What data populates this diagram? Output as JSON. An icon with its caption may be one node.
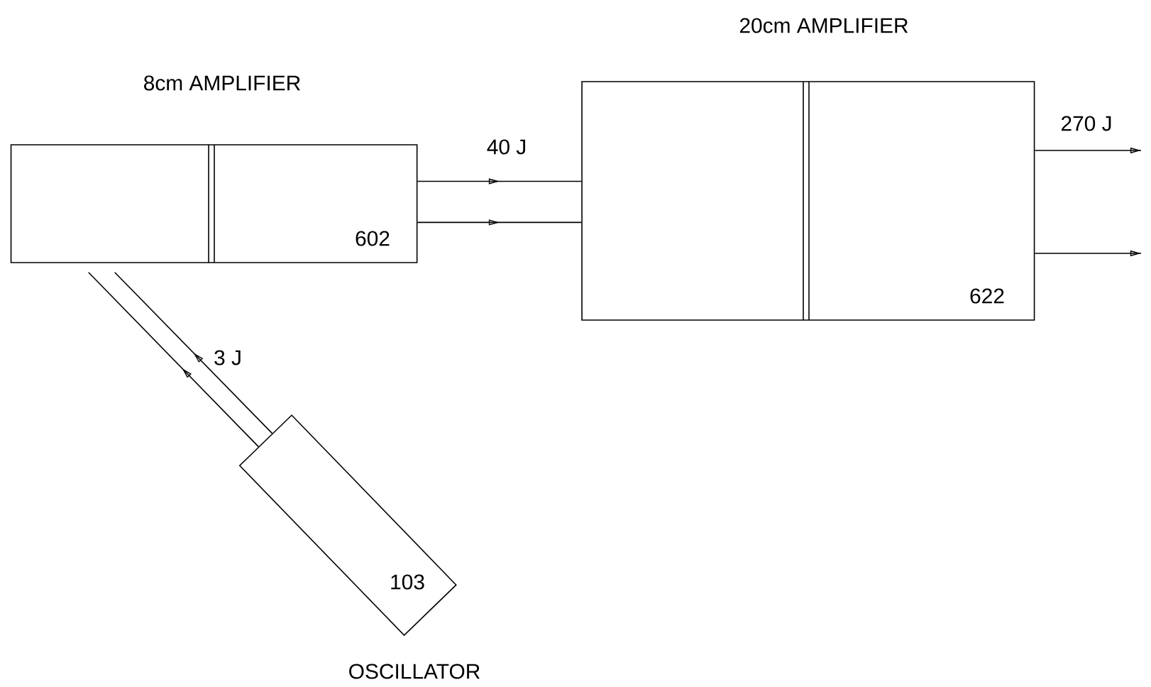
{
  "diagram": {
    "nodes": [
      {
        "text": [
          "8cm AMPLIFIER",
          "602"
        ]
      },
      {
        "text": [
          "20cm AMPLIFIER",
          "622"
        ]
      },
      {
        "text": [
          "103",
          "OSCILLATOR"
        ]
      }
    ],
    "edges": [
      {
        "from": 0,
        "to": 1,
        "arrow": "to",
        "label": "40 J"
      },
      {
        "from": 0,
        "to": 1,
        "arrow": "to"
      },
      {
        "from": 2,
        "to": 0,
        "arrow": "to"
      },
      {
        "from": 2,
        "to": 0,
        "arrow": "to",
        "label": "3 J"
      },
      {
        "from": 1,
        "to": null,
        "arrow": "to",
        "label": "270 J"
      },
      {
        "from": 1,
        "to": null,
        "arrow": "to"
      }
    ]
  }
}
